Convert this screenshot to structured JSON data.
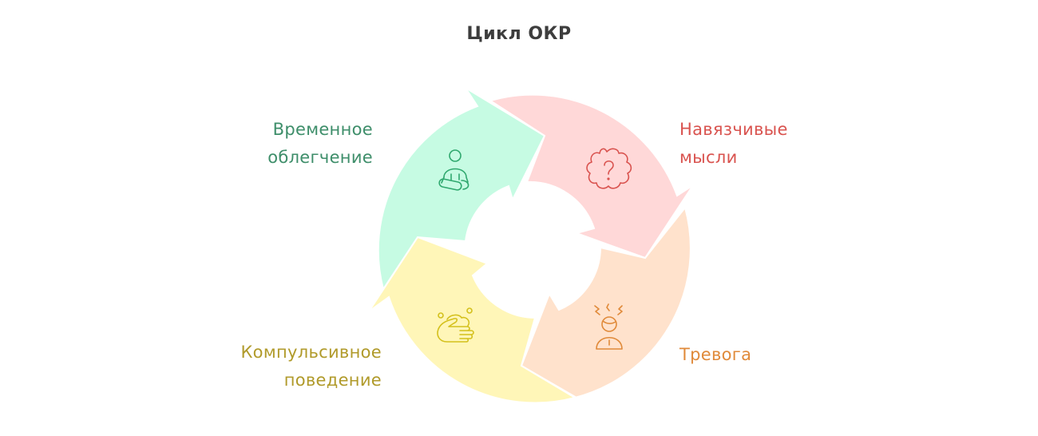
{
  "title": "Цикл ОКР",
  "colors": {
    "title": "#3d3d3d",
    "relief_fill": "#c6fbe3",
    "relief_stroke": "#2fa86e",
    "relief_text": "#3e8e6a",
    "thoughts_fill": "#ffd8d8",
    "thoughts_stroke": "#d9534f",
    "thoughts_text": "#d9534f",
    "anxiety_fill": "#ffe2cc",
    "anxiety_stroke": "#e08a3a",
    "anxiety_text": "#e08a3a",
    "compulsive_fill": "#fff6b8",
    "compulsive_stroke": "#d4c01c",
    "compulsive_text": "#b09a2a"
  },
  "cycle": [
    {
      "id": "relief",
      "label_lines": [
        "Временное",
        "облегчение"
      ],
      "icon": "meditation-icon"
    },
    {
      "id": "thoughts",
      "label_lines": [
        "Навязчивые",
        "мысли"
      ],
      "icon": "question-cloud-icon"
    },
    {
      "id": "anxiety",
      "label_lines": [
        "Тревога"
      ],
      "icon": "stressed-person-icon"
    },
    {
      "id": "compulsive",
      "label_lines": [
        "Компульсивное",
        "поведение"
      ],
      "icon": "hand-washing-icon"
    }
  ]
}
